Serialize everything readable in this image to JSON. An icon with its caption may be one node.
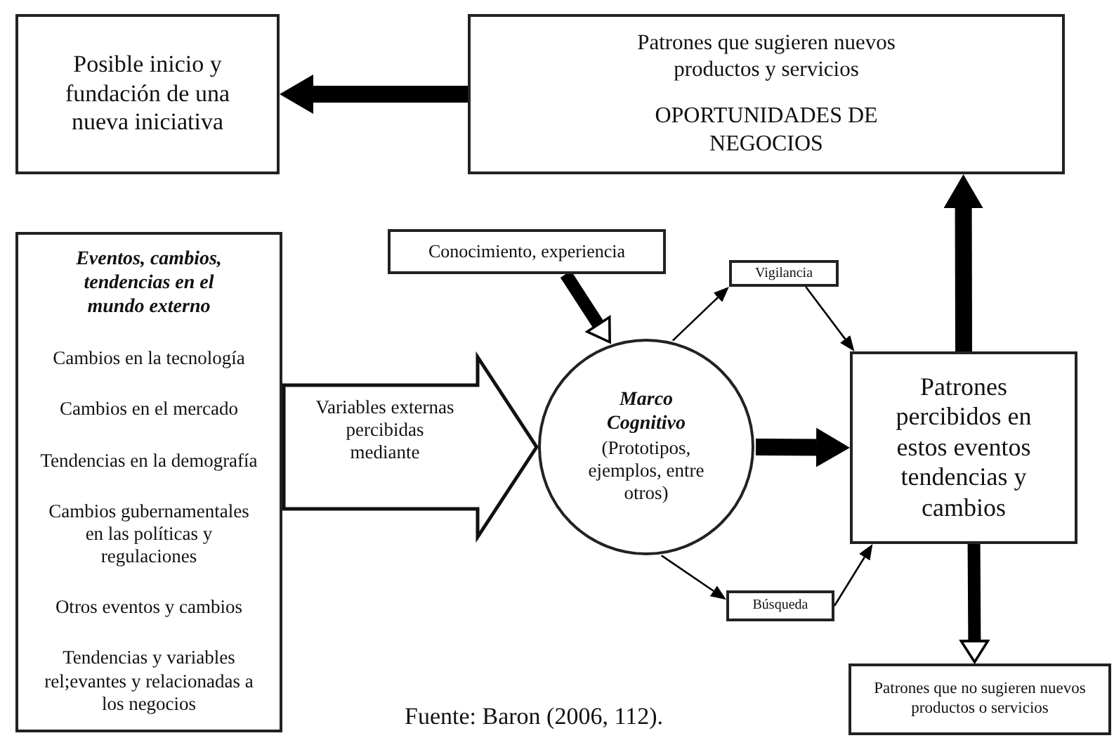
{
  "diagram": {
    "nodes": [
      {
        "text": [
          "Posible inicio y fundación de una nueva iniciativa"
        ]
      },
      {
        "text": [
          "Patrones que sugieren nuevos productos y servicios",
          "OPORTUNIDADES DE NEGOCIOS"
        ]
      },
      {
        "text": [
          "Eventos, cambios, tendencias en el mundo externo",
          "Cambios en la tecnología",
          "Cambios en el mercado",
          "Tendencias en la demografía",
          "Cambios gubernamentales en las políticas y regulaciones",
          "Otros eventos y cambios",
          "Tendencias y variables rel;evantes y relacionadas a los negocios"
        ]
      },
      {
        "text": [
          "Conocimiento, experiencia"
        ]
      },
      {
        "text": [
          "Vigilancia"
        ]
      },
      {
        "text": [
          "Marco Cognitivo",
          "(Prototipos, ejemplos, entre otros)"
        ]
      },
      {
        "text": [
          "Patrones percibidos en estos eventos tendencias y cambios"
        ]
      },
      {
        "text": [
          "Búsqueda"
        ]
      },
      {
        "text": [
          "Patrones que no sugieren nuevos productos o servicios"
        ]
      }
    ],
    "edges": [
      {
        "from": 1,
        "to": 0,
        "arrow": "to"
      },
      {
        "from": 3,
        "to": 5,
        "arrow": "to"
      },
      {
        "from": 5,
        "to": 4,
        "arrow": "to"
      },
      {
        "from": 4,
        "to": 6,
        "arrow": "to"
      },
      {
        "from": 5,
        "to": 7,
        "arrow": "to"
      },
      {
        "from": 7,
        "to": 6,
        "arrow": "to"
      },
      {
        "from": 5,
        "to": 6,
        "arrow": "to"
      },
      {
        "from": 6,
        "to": 1,
        "arrow": "to"
      },
      {
        "from": 6,
        "to": 8,
        "arrow": "to"
      },
      {
        "from": 2,
        "to": 5,
        "arrow": "to",
        "label": "Variables externas percibidas mediante"
      }
    ],
    "labels": [
      "Fuente: Baron (2006, 112)."
    ]
  }
}
